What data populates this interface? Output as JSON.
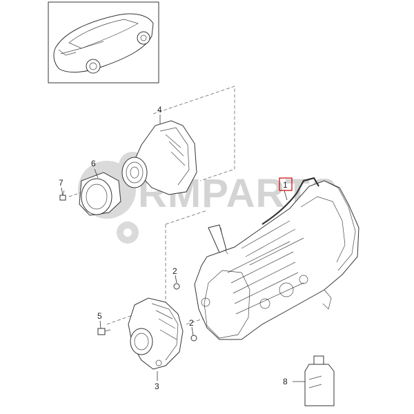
{
  "watermark": "RMPARTS",
  "callouts": [
    "1",
    "2",
    "2",
    "3",
    "4",
    "5",
    "6",
    "7",
    "8"
  ],
  "colors": {
    "line": "#333333",
    "watermark": "#d4d4d4",
    "highlight": "#cc0000"
  },
  "icons": [
    "car-thumbnail",
    "gear-watermark-icon"
  ]
}
